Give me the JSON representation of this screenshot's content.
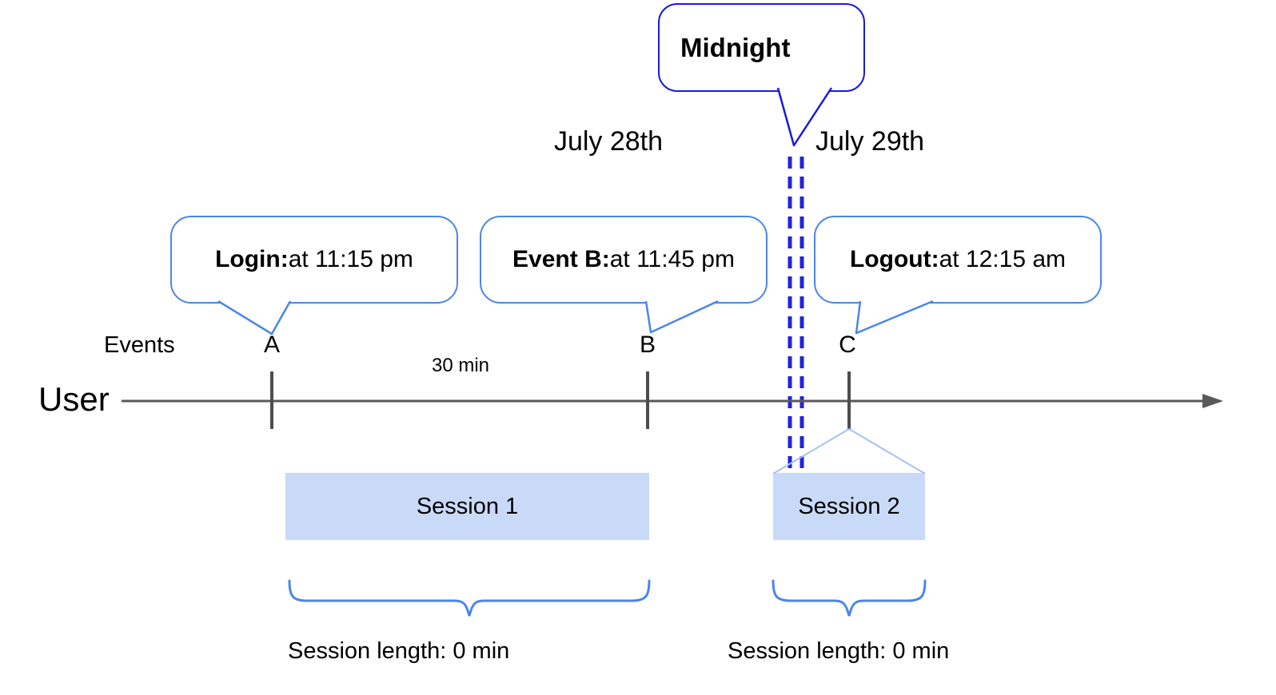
{
  "diagram": {
    "midnight_callout": {
      "label": "Midnight"
    },
    "dates": {
      "left": "July 28th",
      "right": "July 29th"
    },
    "axis": {
      "user_label": "User",
      "events_label": "Events",
      "interval_label": "30 min"
    },
    "events": [
      {
        "letter": "A",
        "callout_title": "Login:",
        "callout_detail": " at 11:15 pm"
      },
      {
        "letter": "B",
        "callout_title": "Event B:",
        "callout_detail": " at 11:45 pm"
      },
      {
        "letter": "C",
        "callout_title": "Logout:",
        "callout_detail": " at 12:15 am"
      }
    ],
    "sessions": [
      {
        "label": "Session 1",
        "length_label": "Session length: 0 min"
      },
      {
        "label": "Session 2",
        "length_label": "Session length: 0 min"
      }
    ],
    "colors": {
      "midnight_blue": "#1b1bd7",
      "divider_dash_blue": "#2222dd",
      "callout_border_blue": "#4a86e8",
      "session_fill_blue": "#c9daf8",
      "connector_light_blue": "#a4c2f4",
      "axis_gray": "#595959",
      "tick_gray": "#4d4d4d",
      "text_black": "#000000"
    }
  }
}
